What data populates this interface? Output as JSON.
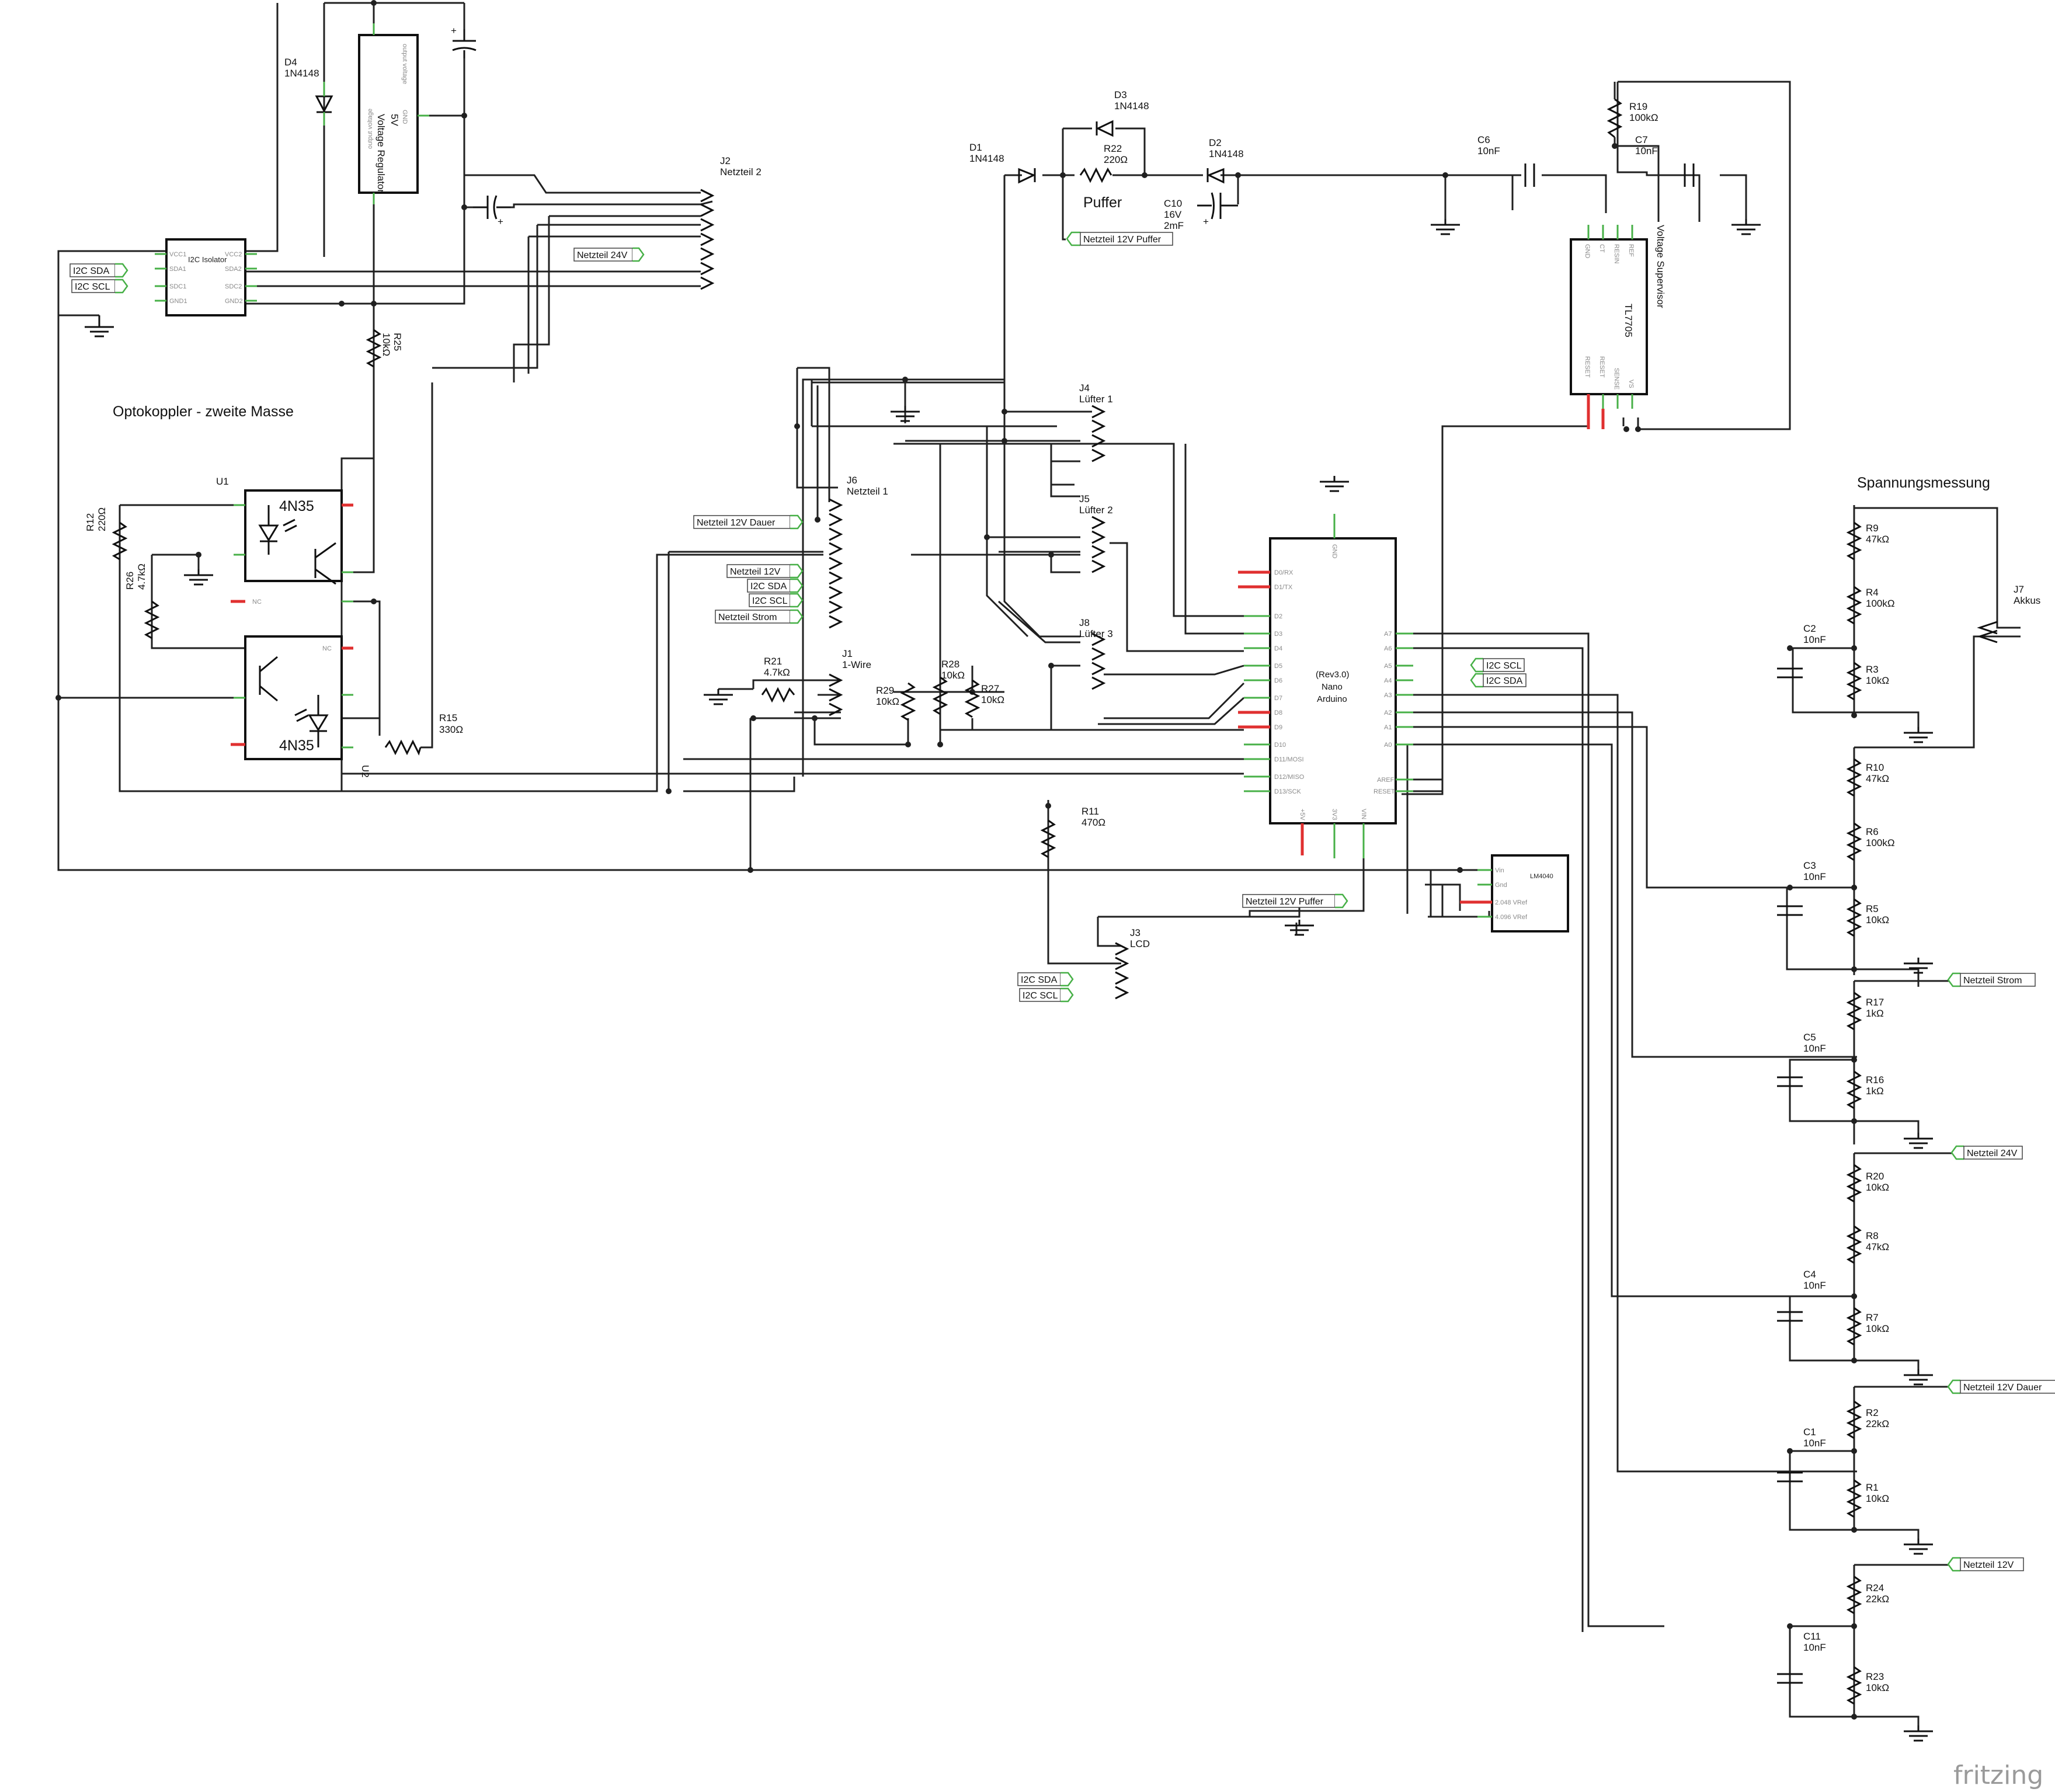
{
  "sections": {
    "optokoppler": "Optokoppler - zweite  Masse",
    "spannungsmessung": "Spannungsmessung",
    "puffer": "Puffer"
  },
  "ics": {
    "i2c_isolator": {
      "name": "I2C Isolator",
      "pins_left": [
        "VCC1",
        "SDA1",
        "SDC1",
        "GND1"
      ],
      "pins_right": [
        "VCC2",
        "SDA2",
        "SDC2",
        "GND2"
      ]
    },
    "regulator": {
      "title": "Voltage Regulator",
      "value": "5V",
      "pins": [
        "output voltage",
        "GND",
        "output voltage"
      ]
    },
    "arduino": {
      "title": "Arduino",
      "subtitle": "Nano",
      "rev": "(Rev3.0)",
      "pins_left": [
        "D0/RX",
        "D1/TX",
        "D2",
        "D3",
        "D4",
        "D5",
        "D6",
        "D7",
        "D8",
        "D9",
        "D10",
        "D11/MOSI",
        "D12/MISO",
        "D13/SCK"
      ],
      "pins_right": [
        "A7",
        "A6",
        "A5",
        "A4",
        "A3",
        "A2",
        "A1",
        "A0",
        "AREF",
        "RESET"
      ],
      "pins_top": [
        "GND"
      ],
      "pins_bottom": [
        "+5V",
        "3V3",
        "VIN"
      ]
    },
    "supervisor": {
      "title": "Voltage Supervisor",
      "part": "TL7705",
      "pins_top": [
        "GND",
        "CT",
        "RESIN",
        "REF"
      ],
      "pins_bottom": [
        "RESET",
        "RESET",
        "SENSE",
        "VS"
      ]
    },
    "lm4040": {
      "name": "LM4040",
      "pins": [
        "Vin",
        "Gnd",
        "2.048 VRef",
        "4.096 VRef"
      ]
    },
    "u1": {
      "ref": "U1",
      "part": "4N35",
      "nc": "NC"
    },
    "u2": {
      "ref": "U2",
      "part": "4N35",
      "nc": "NC"
    }
  },
  "components": {
    "d4": {
      "ref": "D4",
      "value": "1N4148"
    },
    "d1": {
      "ref": "D1",
      "value": "1N4148"
    },
    "d2": {
      "ref": "D2",
      "value": "1N4148"
    },
    "d3": {
      "ref": "D3",
      "value": "1N4148"
    },
    "r22": {
      "ref": "R22",
      "value": "220Ω"
    },
    "c10": {
      "ref": "C10",
      "value": "16V",
      "value2": "2mF"
    },
    "c6": {
      "ref": "C6",
      "value": "10nF"
    },
    "c7": {
      "ref": "C7",
      "value": "10nF"
    },
    "r19": {
      "ref": "R19",
      "value": "100kΩ"
    },
    "r25": {
      "ref": "R25",
      "value": "10kΩ"
    },
    "r12": {
      "ref": "R12",
      "value": "220Ω"
    },
    "r26": {
      "ref": "R26",
      "value": "4.7kΩ"
    },
    "r15": {
      "ref": "R15",
      "value": "330Ω"
    },
    "r21": {
      "ref": "R21",
      "value": "4.7kΩ"
    },
    "r29": {
      "ref": "R29",
      "value": "10kΩ"
    },
    "r28": {
      "ref": "R28",
      "value": "10kΩ"
    },
    "r27": {
      "ref": "R27",
      "value": "10kΩ"
    },
    "r11": {
      "ref": "R11",
      "value": "470Ω"
    },
    "r9": {
      "ref": "R9",
      "value": "47kΩ"
    },
    "r4": {
      "ref": "R4",
      "value": "100kΩ"
    },
    "r3": {
      "ref": "R3",
      "value": "10kΩ"
    },
    "c2": {
      "ref": "C2",
      "value": "10nF"
    },
    "r10": {
      "ref": "R10",
      "value": "47kΩ"
    },
    "r6": {
      "ref": "R6",
      "value": "100kΩ"
    },
    "r5": {
      "ref": "R5",
      "value": "10kΩ"
    },
    "c3": {
      "ref": "C3",
      "value": "10nF"
    },
    "r17": {
      "ref": "R17",
      "value": "1kΩ"
    },
    "r16": {
      "ref": "R16",
      "value": "1kΩ"
    },
    "c5": {
      "ref": "C5",
      "value": "10nF"
    },
    "r20": {
      "ref": "R20",
      "value": "10kΩ"
    },
    "r8": {
      "ref": "R8",
      "value": "47kΩ"
    },
    "r7": {
      "ref": "R7",
      "value": "10kΩ"
    },
    "c4": {
      "ref": "C4",
      "value": "10nF"
    },
    "r2": {
      "ref": "R2",
      "value": "22kΩ"
    },
    "r1": {
      "ref": "R1",
      "value": "10kΩ"
    },
    "c1": {
      "ref": "C1",
      "value": "10nF"
    },
    "r24": {
      "ref": "R24",
      "value": "22kΩ"
    },
    "r23": {
      "ref": "R23",
      "value": "10kΩ"
    },
    "c11": {
      "ref": "C11",
      "value": "10nF"
    }
  },
  "connectors": {
    "j2": {
      "ref": "J2",
      "name": "Netzteil 2"
    },
    "j6": {
      "ref": "J6",
      "name": "Netzteil 1"
    },
    "j4": {
      "ref": "J4",
      "name": "Lüfter 1"
    },
    "j5": {
      "ref": "J5",
      "name": "Lüfter 2"
    },
    "j8": {
      "ref": "J8",
      "name": "Lüfter 3"
    },
    "j1": {
      "ref": "J1",
      "name": "1-Wire"
    },
    "j3": {
      "ref": "J3",
      "name": "LCD"
    },
    "j7": {
      "ref": "J7",
      "name": "Akkus"
    }
  },
  "net_labels": {
    "i2c_sda_left": "I2C SDA",
    "i2c_scl_left": "I2C SCL",
    "netzteil_24v_j2": "Netzteil 24V",
    "netzteil_12v_puffer_top": "Netzteil 12V Puffer",
    "netzteil_12v_dauer_j6": "Netzteil 12V Dauer",
    "netzteil_12v_j6": "Netzteil 12V",
    "i2c_sda_j6": "I2C SDA",
    "i2c_scl_j6": "I2C SCL",
    "netzteil_strom_j6": "Netzteil Strom",
    "i2c_scl_arduino": "I2C SCL",
    "i2c_sda_arduino": "I2C SDA",
    "netzteil_12v_puffer_bottom": "Netzteil 12V Puffer",
    "i2c_sda_lcd": "I2C SDA",
    "i2c_scl_lcd": "I2C SCL",
    "netzteil_strom_right": "Netzteil Strom",
    "netzteil_24v_right": "Netzteil 24V",
    "netzteil_12v_dauer_right": "Netzteil 12V Dauer",
    "netzteil_12v_right": "Netzteil 12V"
  },
  "logo": "fritzing"
}
